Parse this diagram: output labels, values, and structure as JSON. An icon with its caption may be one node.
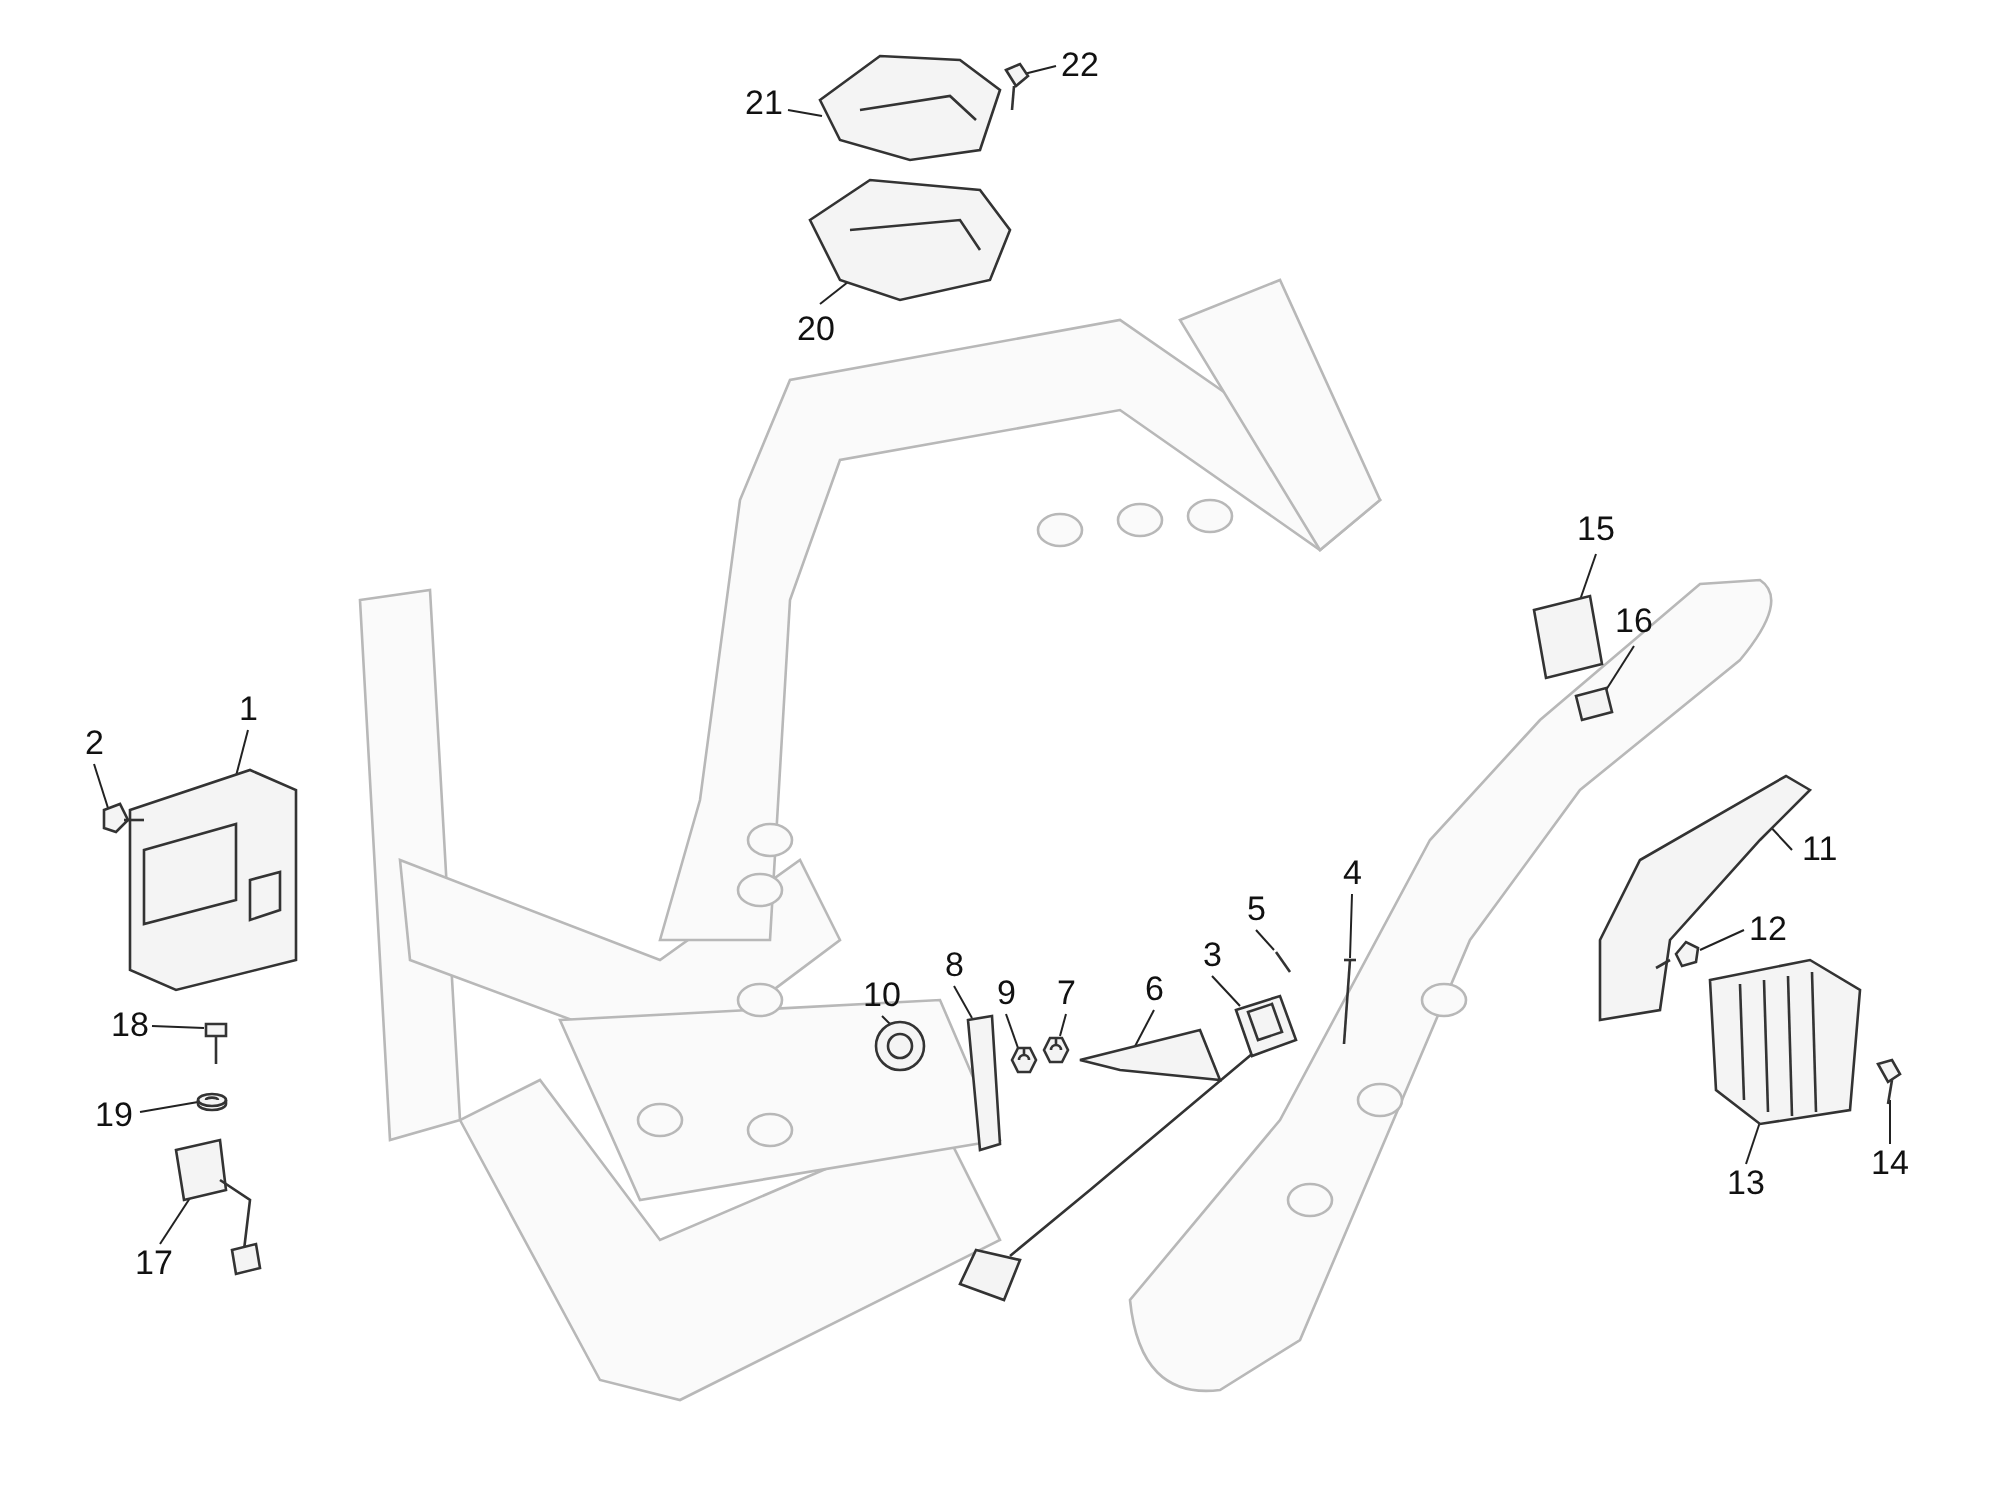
{
  "diagram": {
    "nodes": [
      {
        "text": [
          "1"
        ]
      },
      {
        "text": [
          "2"
        ]
      },
      {
        "text": [
          "3"
        ]
      },
      {
        "text": [
          "4"
        ]
      },
      {
        "text": [
          "5"
        ]
      },
      {
        "text": [
          "6"
        ]
      },
      {
        "text": [
          "7"
        ]
      },
      {
        "text": [
          "8"
        ]
      },
      {
        "text": [
          "9"
        ]
      },
      {
        "text": [
          "10"
        ]
      },
      {
        "text": [
          "11"
        ]
      },
      {
        "text": [
          "12"
        ]
      },
      {
        "text": [
          "13"
        ]
      },
      {
        "text": [
          "14"
        ]
      },
      {
        "text": [
          "15"
        ]
      },
      {
        "text": [
          "16"
        ]
      },
      {
        "text": [
          "17"
        ]
      },
      {
        "text": [
          "18"
        ]
      },
      {
        "text": [
          "19"
        ]
      },
      {
        "text": [
          "20"
        ]
      },
      {
        "text": [
          "21"
        ]
      },
      {
        "text": [
          "22"
        ]
      },
      {
        "text": [],
        "shape": "picture"
      },
      {
        "text": [],
        "shape": "picture"
      },
      {
        "text": [],
        "shape": "picture"
      },
      {
        "text": [],
        "shape": "picture"
      },
      {
        "text": [],
        "shape": "picture"
      },
      {
        "text": [],
        "shape": "picture"
      },
      {
        "text": [],
        "shape": "picture"
      },
      {
        "text": [],
        "shape": "picture"
      },
      {
        "text": [],
        "shape": "picture"
      },
      {
        "text": [],
        "shape": "picture"
      },
      {
        "text": [],
        "shape": "picture"
      },
      {
        "text": [],
        "shape": "picture"
      },
      {
        "text": [],
        "shape": "picture"
      },
      {
        "text": [],
        "shape": "picture"
      },
      {
        "text": [],
        "shape": "picture"
      },
      {
        "text": [],
        "shape": "picture"
      },
      {
        "text": [],
        "shape": "picture"
      },
      {
        "text": [],
        "shape": "picture"
      },
      {
        "text": [],
        "shape": "picture"
      },
      {
        "text": [],
        "shape": "picture"
      },
      {
        "text": [],
        "shape": "picture"
      },
      {
        "text": [],
        "shape": "picture"
      }
    ],
    "edges": [
      {
        "from": 0,
        "to": 22,
        "arrow": "none"
      },
      {
        "from": 1,
        "to": 23,
        "arrow": "none"
      },
      {
        "from": 2,
        "to": 24,
        "arrow": "none"
      },
      {
        "from": 3,
        "to": 25,
        "arrow": "none"
      },
      {
        "from": 4,
        "to": 26,
        "arrow": "none"
      },
      {
        "from": 5,
        "to": 27,
        "arrow": "none"
      },
      {
        "from": 6,
        "to": 28,
        "arrow": "none"
      },
      {
        "from": 7,
        "to": 29,
        "arrow": "none"
      },
      {
        "from": 8,
        "to": 30,
        "arrow": "none"
      },
      {
        "from": 9,
        "to": 31,
        "arrow": "none"
      },
      {
        "from": 10,
        "to": 32,
        "arrow": "none"
      },
      {
        "from": 11,
        "to": 33,
        "arrow": "none"
      },
      {
        "from": 12,
        "to": 34,
        "arrow": "none"
      },
      {
        "from": 13,
        "to": 35,
        "arrow": "none"
      },
      {
        "from": 14,
        "to": 36,
        "arrow": "none"
      },
      {
        "from": 15,
        "to": 37,
        "arrow": "none"
      },
      {
        "from": 16,
        "to": 38,
        "arrow": "none"
      },
      {
        "from": 17,
        "to": 39,
        "arrow": "none"
      },
      {
        "from": 18,
        "to": 40,
        "arrow": "none"
      },
      {
        "from": 19,
        "to": 41,
        "arrow": "none"
      },
      {
        "from": 20,
        "to": 42,
        "arrow": "none"
      },
      {
        "from": 21,
        "to": 43,
        "arrow": "none"
      }
    ]
  }
}
